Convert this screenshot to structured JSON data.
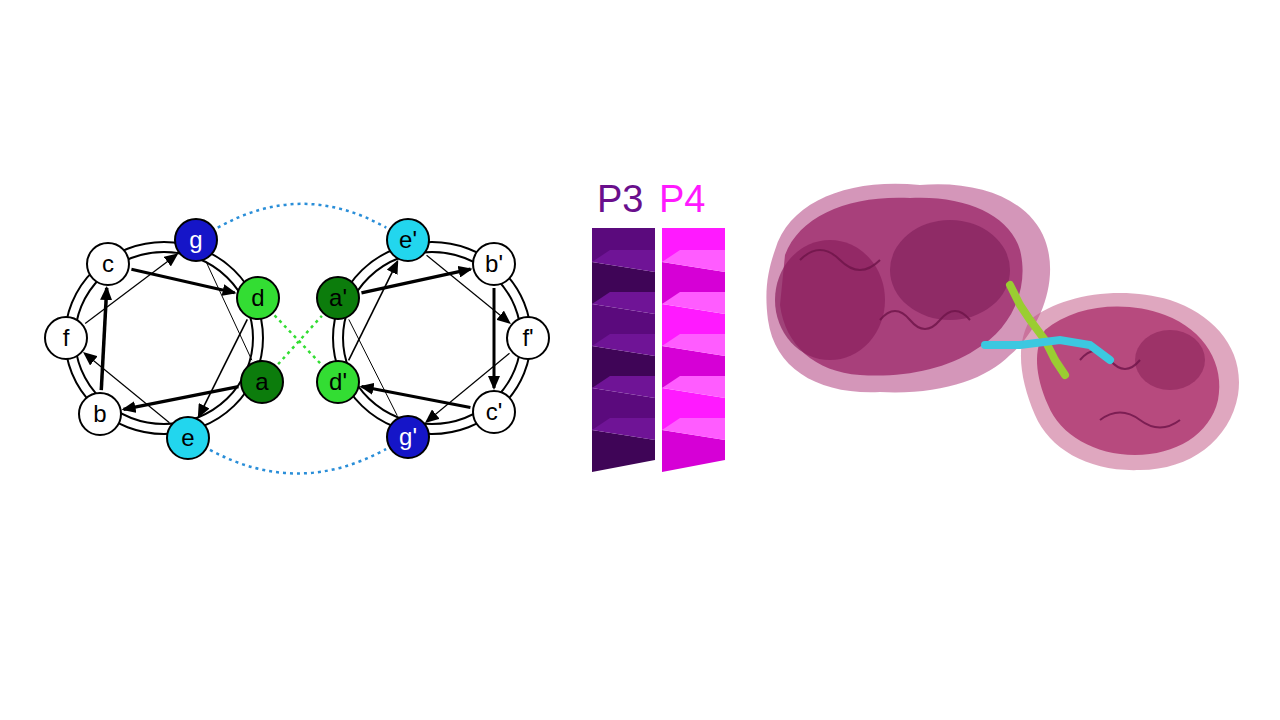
{
  "diagram": {
    "nodes": [
      {
        "text": [
          "c"
        ]
      },
      {
        "text": [
          "g"
        ]
      },
      {
        "text": [
          "f"
        ]
      },
      {
        "text": [
          "d"
        ]
      },
      {
        "text": [
          "a"
        ]
      },
      {
        "text": [
          "b"
        ]
      },
      {
        "text": [
          "e"
        ]
      },
      {
        "text": [
          "e'"
        ]
      },
      {
        "text": [
          "b'"
        ]
      },
      {
        "text": [
          "a'"
        ]
      },
      {
        "text": [
          "f'"
        ]
      },
      {
        "text": [
          "d'"
        ]
      },
      {
        "text": [
          "c'"
        ]
      },
      {
        "text": [
          "g'"
        ]
      }
    ],
    "edges": [
      {
        "from": 4,
        "to": 5,
        "arrow": "to"
      },
      {
        "from": 5,
        "to": 0,
        "arrow": "to"
      },
      {
        "from": 0,
        "to": 3,
        "arrow": "to"
      },
      {
        "from": 3,
        "to": 6,
        "arrow": "to"
      },
      {
        "from": 6,
        "to": 2,
        "arrow": "to"
      },
      {
        "from": 2,
        "to": 1,
        "arrow": "to"
      },
      {
        "from": 1,
        "to": 4,
        "arrow": "none"
      },
      {
        "from": 9,
        "to": 8,
        "arrow": "to"
      },
      {
        "from": 8,
        "to": 12,
        "arrow": "to"
      },
      {
        "from": 12,
        "to": 11,
        "arrow": "to"
      },
      {
        "from": 11,
        "to": 7,
        "arrow": "to"
      },
      {
        "from": 7,
        "to": 10,
        "arrow": "to"
      },
      {
        "from": 10,
        "to": 13,
        "arrow": "to"
      },
      {
        "from": 13,
        "to": 9,
        "arrow": "none"
      },
      {
        "from": 3,
        "to": 11,
        "arrow": "none"
      },
      {
        "from": 4,
        "to": 9,
        "arrow": "none"
      },
      {
        "from": 1,
        "to": 7,
        "arrow": "none"
      },
      {
        "from": 6,
        "to": 13,
        "arrow": "none"
      }
    ],
    "labels": [
      "P3",
      "P4"
    ]
  }
}
